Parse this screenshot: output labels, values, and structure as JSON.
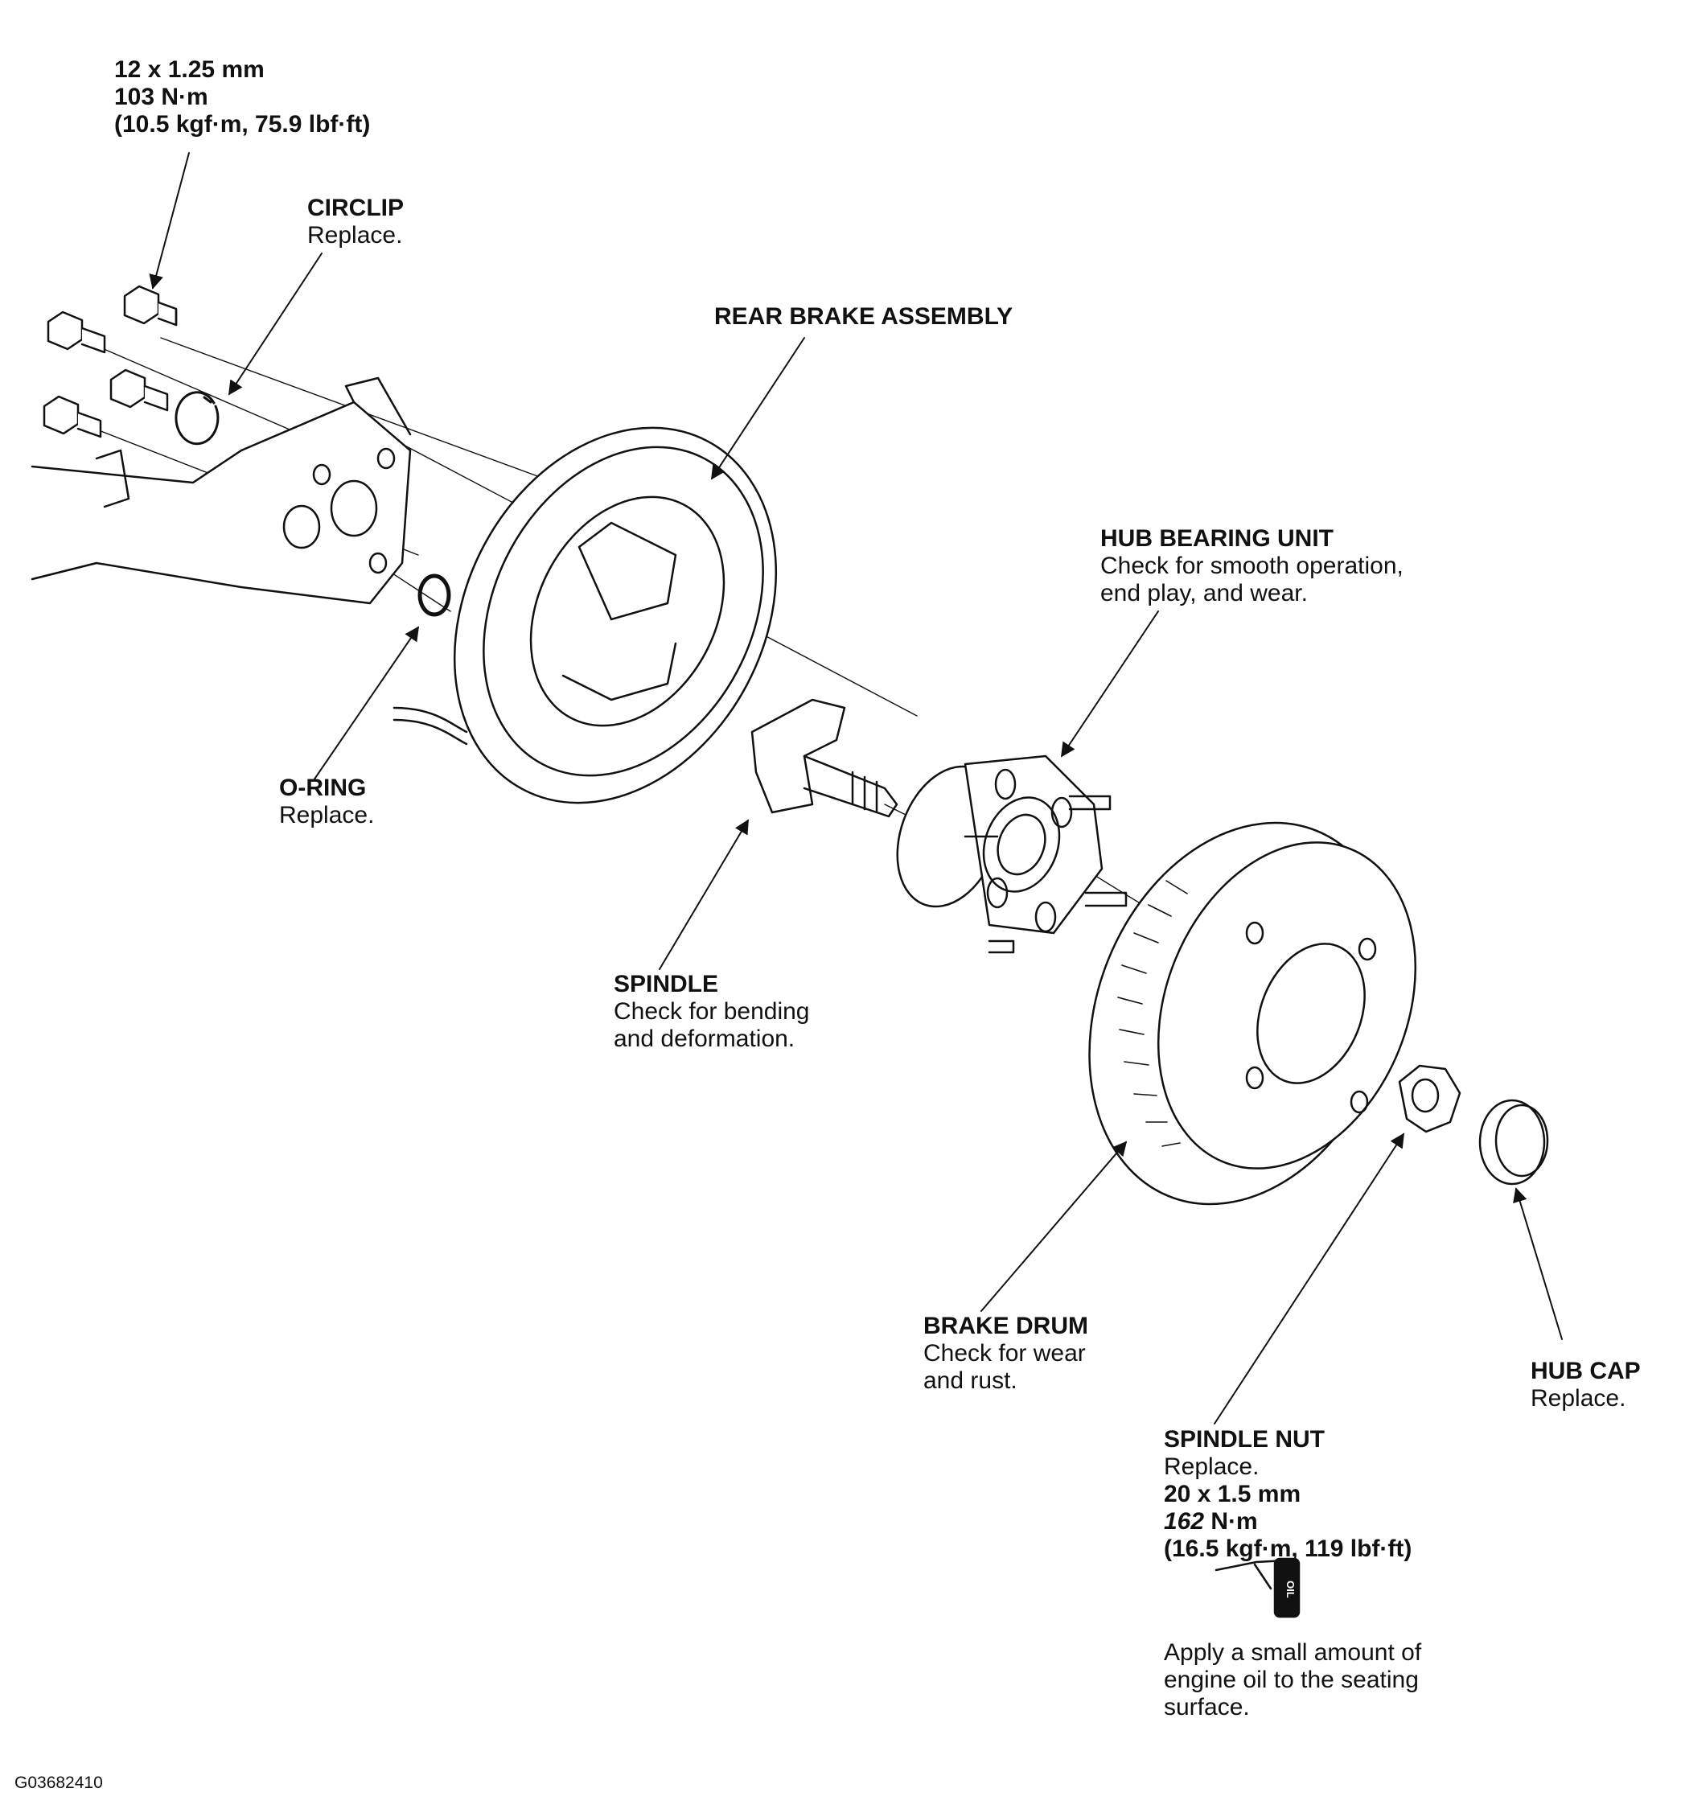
{
  "labels": {
    "bolt_spec": {
      "line1": "12 x 1.25 mm",
      "line2": "103 N·m",
      "line3": "(10.5 kgf·m, 75.9 lbf·ft)"
    },
    "circlip": {
      "title": "CIRCLIP",
      "note": "Replace."
    },
    "rear_brake_assembly": {
      "title": "REAR BRAKE ASSEMBLY"
    },
    "hub_bearing_unit": {
      "title": "HUB BEARING UNIT",
      "note1": "Check for smooth operation,",
      "note2": "end play, and wear."
    },
    "o_ring": {
      "title": "O-RING",
      "note": "Replace."
    },
    "spindle": {
      "title": "SPINDLE",
      "note1": "Check for bending",
      "note2": "and deformation."
    },
    "brake_drum": {
      "title": "BRAKE DRUM",
      "note1": "Check for wear",
      "note2": "and rust."
    },
    "hub_cap": {
      "title": "HUB CAP",
      "note": "Replace."
    },
    "spindle_nut": {
      "title": "SPINDLE NUT",
      "note": "Replace.",
      "spec1": "20 x 1.5 mm",
      "spec2_value": "162",
      "spec2_unit": " N·m",
      "spec3": "(16.5 kgf·m, 119 lbf·ft)"
    },
    "oil_symbol_text": "OIL",
    "oil_instruction": {
      "line1": "Apply a small amount of",
      "line2": "engine oil to the seating",
      "line3": "surface."
    }
  },
  "figure_code": "G03682410",
  "colors": {
    "ink": "#111111",
    "paper": "#ffffff"
  }
}
